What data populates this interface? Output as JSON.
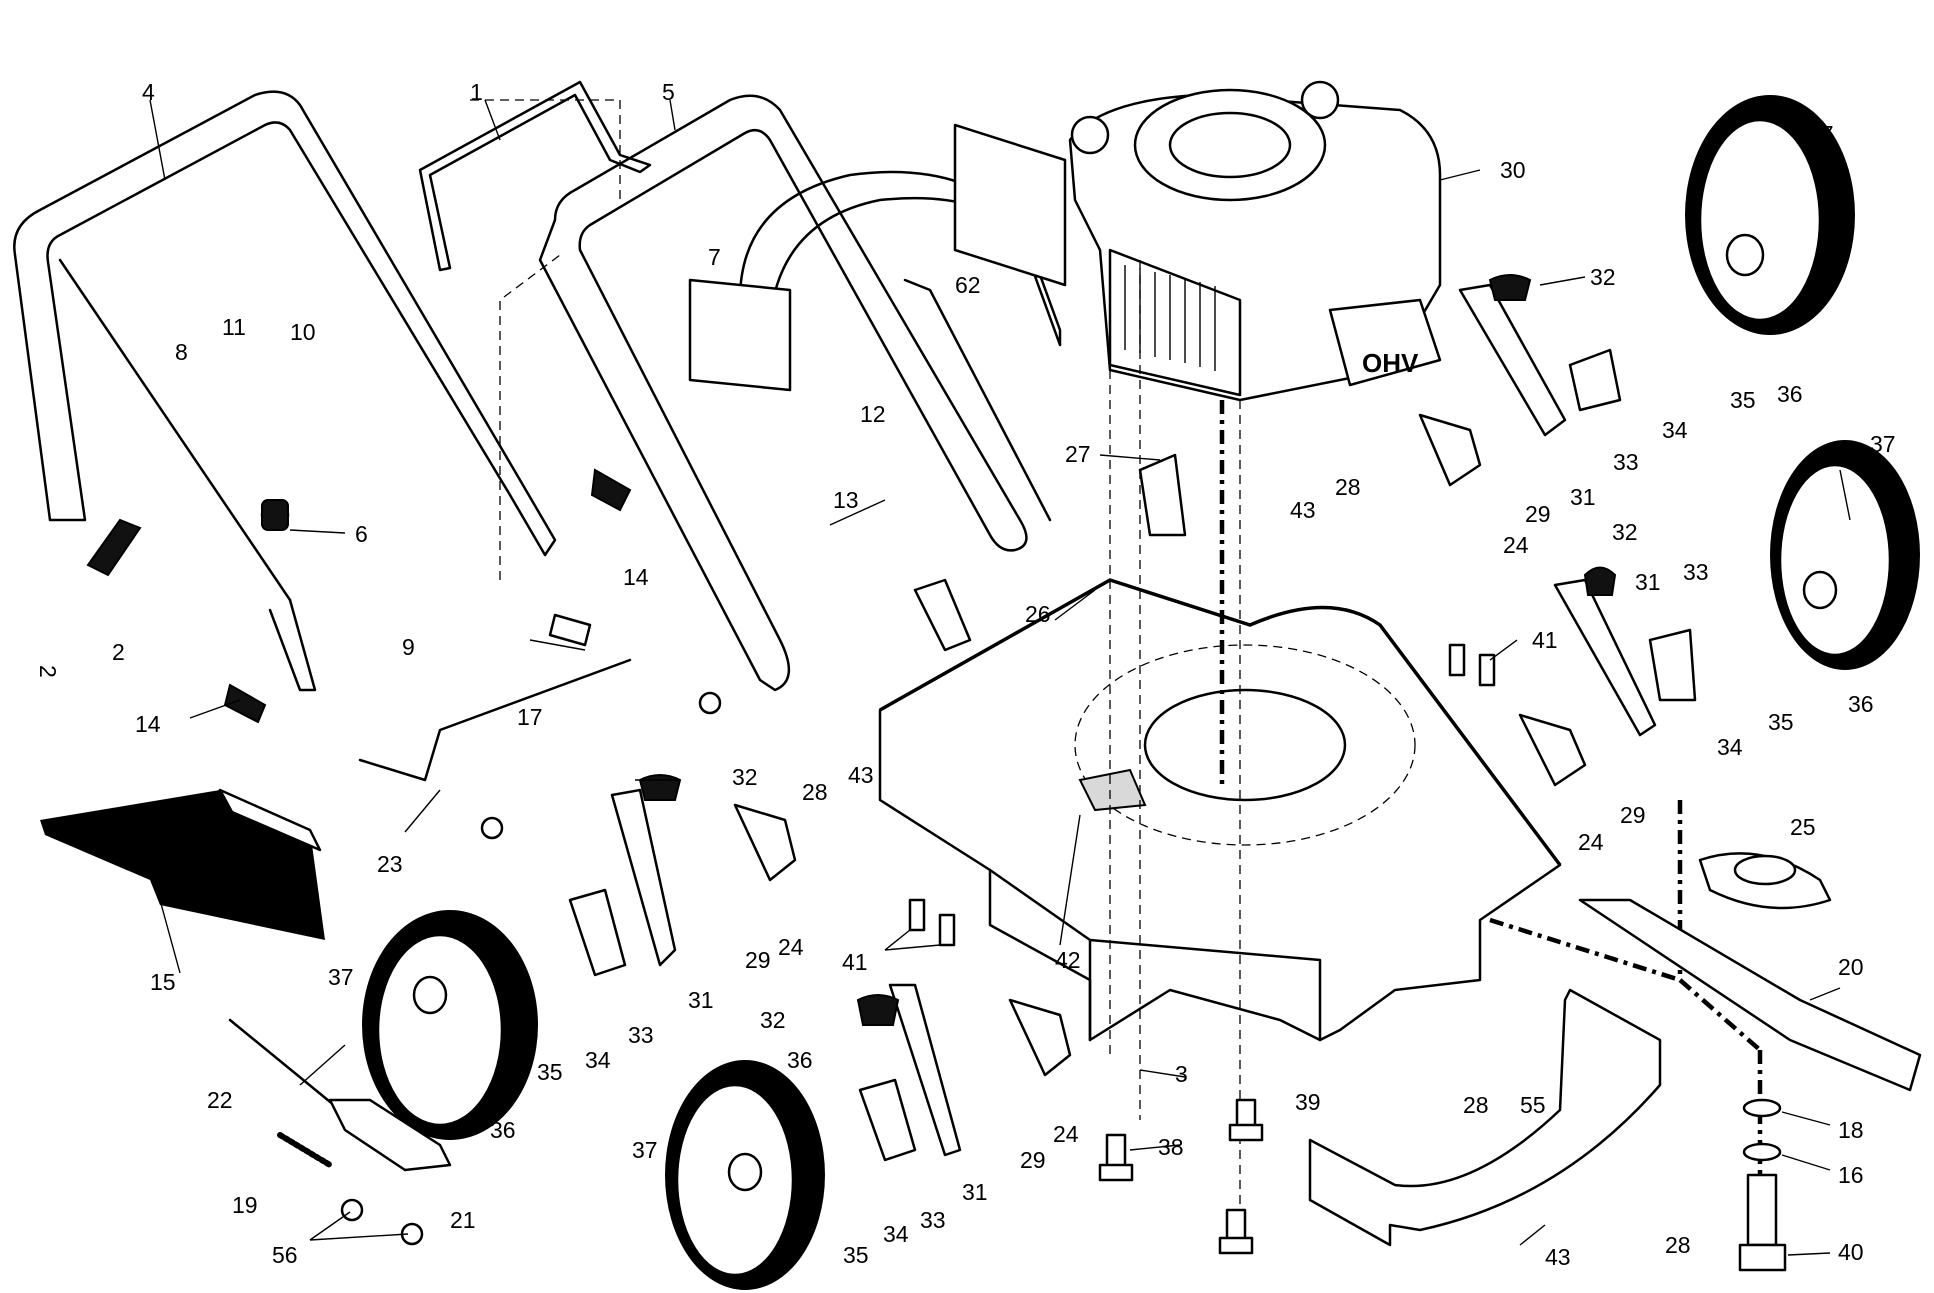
{
  "page_number": "2",
  "part_labels": [
    {
      "id": "p4",
      "text": "4"
    },
    {
      "id": "p1",
      "text": "1"
    },
    {
      "id": "p5",
      "text": "5"
    },
    {
      "id": "p30",
      "text": "30"
    },
    {
      "id": "p37a",
      "text": "37"
    },
    {
      "id": "p7",
      "text": "7"
    },
    {
      "id": "p11",
      "text": "11"
    },
    {
      "id": "p10",
      "text": "10"
    },
    {
      "id": "p8",
      "text": "8"
    },
    {
      "id": "p62",
      "text": "62"
    },
    {
      "id": "p32a",
      "text": "32"
    },
    {
      "id": "p12",
      "text": "12"
    },
    {
      "id": "p35a",
      "text": "35"
    },
    {
      "id": "p36a",
      "text": "36"
    },
    {
      "id": "p34a",
      "text": "34"
    },
    {
      "id": "p33a",
      "text": "33"
    },
    {
      "id": "p27",
      "text": "27"
    },
    {
      "id": "p37b",
      "text": "37"
    },
    {
      "id": "p6",
      "text": "6"
    },
    {
      "id": "p13",
      "text": "13"
    },
    {
      "id": "p43a",
      "text": "43"
    },
    {
      "id": "p28a",
      "text": "28"
    },
    {
      "id": "p29a",
      "text": "29"
    },
    {
      "id": "p31a",
      "text": "31"
    },
    {
      "id": "p14a",
      "text": "14"
    },
    {
      "id": "p24a",
      "text": "24"
    },
    {
      "id": "p32b",
      "text": "32"
    },
    {
      "id": "p31b",
      "text": "31"
    },
    {
      "id": "p33b",
      "text": "33"
    },
    {
      "id": "p26",
      "text": "26"
    },
    {
      "id": "p2",
      "text": "2"
    },
    {
      "id": "p9",
      "text": "9"
    },
    {
      "id": "p41a",
      "text": "41"
    },
    {
      "id": "p36b",
      "text": "36"
    },
    {
      "id": "p14b",
      "text": "14"
    },
    {
      "id": "p17",
      "text": "17"
    },
    {
      "id": "p34b",
      "text": "34"
    },
    {
      "id": "p35b",
      "text": "35"
    },
    {
      "id": "p32c",
      "text": "32"
    },
    {
      "id": "p28b",
      "text": "28"
    },
    {
      "id": "p43b",
      "text": "43"
    },
    {
      "id": "p29b",
      "text": "29"
    },
    {
      "id": "p25",
      "text": "25"
    },
    {
      "id": "p23",
      "text": "23"
    },
    {
      "id": "p24b",
      "text": "24"
    },
    {
      "id": "p42",
      "text": "42"
    },
    {
      "id": "p29c",
      "text": "29"
    },
    {
      "id": "p24c",
      "text": "24"
    },
    {
      "id": "p41b",
      "text": "41"
    },
    {
      "id": "p20",
      "text": "20"
    },
    {
      "id": "p15",
      "text": "15"
    },
    {
      "id": "p37c",
      "text": "37"
    },
    {
      "id": "p31c",
      "text": "31"
    },
    {
      "id": "p33c",
      "text": "33"
    },
    {
      "id": "p32d",
      "text": "32"
    },
    {
      "id": "p34c",
      "text": "34"
    },
    {
      "id": "p35c",
      "text": "35"
    },
    {
      "id": "p36c",
      "text": "36"
    },
    {
      "id": "p36d",
      "text": "36"
    },
    {
      "id": "p3",
      "text": "3"
    },
    {
      "id": "p22",
      "text": "22"
    },
    {
      "id": "p39",
      "text": "39"
    },
    {
      "id": "p24d",
      "text": "24"
    },
    {
      "id": "p29d",
      "text": "29"
    },
    {
      "id": "p18",
      "text": "18"
    },
    {
      "id": "p28c",
      "text": "28"
    },
    {
      "id": "p55",
      "text": "55"
    },
    {
      "id": "p38",
      "text": "38"
    },
    {
      "id": "p37d",
      "text": "37"
    },
    {
      "id": "p31d",
      "text": "31"
    },
    {
      "id": "p16",
      "text": "16"
    },
    {
      "id": "p19",
      "text": "19"
    },
    {
      "id": "p21",
      "text": "21"
    },
    {
      "id": "p33d",
      "text": "33"
    },
    {
      "id": "p56",
      "text": "56"
    },
    {
      "id": "p35d",
      "text": "35"
    },
    {
      "id": "p34d",
      "text": "34"
    },
    {
      "id": "p43c",
      "text": "43"
    },
    {
      "id": "p28d",
      "text": "28"
    },
    {
      "id": "p40",
      "text": "40"
    }
  ],
  "engine_badge": "OHV"
}
